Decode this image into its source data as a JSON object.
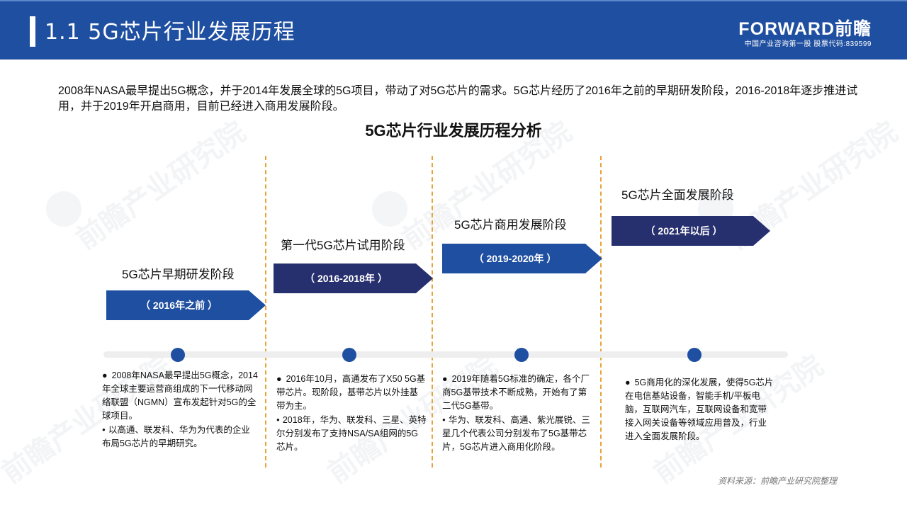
{
  "header": {
    "title": "1.1 5G芯片行业发展历程",
    "logo": "FORWARD前瞻",
    "logo_sub": "中国产业咨询第一股 股票代码:839599"
  },
  "intro": "2008年NASA最早提出5G概念，并于2014年发展全球的5G项目，带动了对5G芯片的需求。5G芯片经历了2016年之前的早期研发阶段，2016-2018年逐步推进试用，并于2019年开启商用，目前已经进入商用发展阶段。",
  "chart_title": "5G芯片行业发展历程分析",
  "stages": [
    {
      "name": "5G芯片早期研发阶段",
      "period": "（ 2016年之前 ）",
      "color": "#1f4fa0",
      "bullets": [
        "2008年NASA最早提出5G概念，2014年全球主要运营商组成的下一代移动网络联盟（NGMN）宣布发起针对5G的全球项目。",
        "以高通、联发科、华为为代表的企业布局5G芯片的早期研究。"
      ]
    },
    {
      "name": "第一代5G芯片试用阶段",
      "period": "（ 2016-2018年 ）",
      "color": "#27306e",
      "bullets": [
        "2016年10月，高通发布了X50 5G基带芯片。现阶段，基带芯片以外挂基带为主。",
        "2018年，华为、联发科、三星、英特尔分别发布了支持NSA/SA组网的5G芯片。"
      ]
    },
    {
      "name": "5G芯片商用发展阶段",
      "period": "（ 2019-2020年 ）",
      "color": "#1f4fa0",
      "bullets": [
        "2019年随着5G标准的确定，各个厂商5G基带技术不断成熟，开始有了第二代5G基带。",
        "华为、联发科、高通、紫光展锐、三星几个代表公司分别发布了5G基带芯片，5G芯片进入商用化阶段。"
      ]
    },
    {
      "name": "5G芯片全面发展阶段",
      "period": "（ 2021年以后 ）",
      "color": "#27306e",
      "bullets": [
        "5G商用化的深化发展，使得5G芯片在电信基站设备，智能手机/平板电脑，互联网汽车，互联网设备和宽带接入网关设备等领域应用普及，行业进入全面发展阶段。"
      ]
    }
  ],
  "source": "资料来源：前瞻产业研究院整理",
  "watermark": "前瞻产业研究院",
  "colors": {
    "header_bg": "#1f4fa0",
    "divider": "#e8a33b",
    "arrow_blue": "#1f4fa0",
    "arrow_navy": "#27306e"
  }
}
